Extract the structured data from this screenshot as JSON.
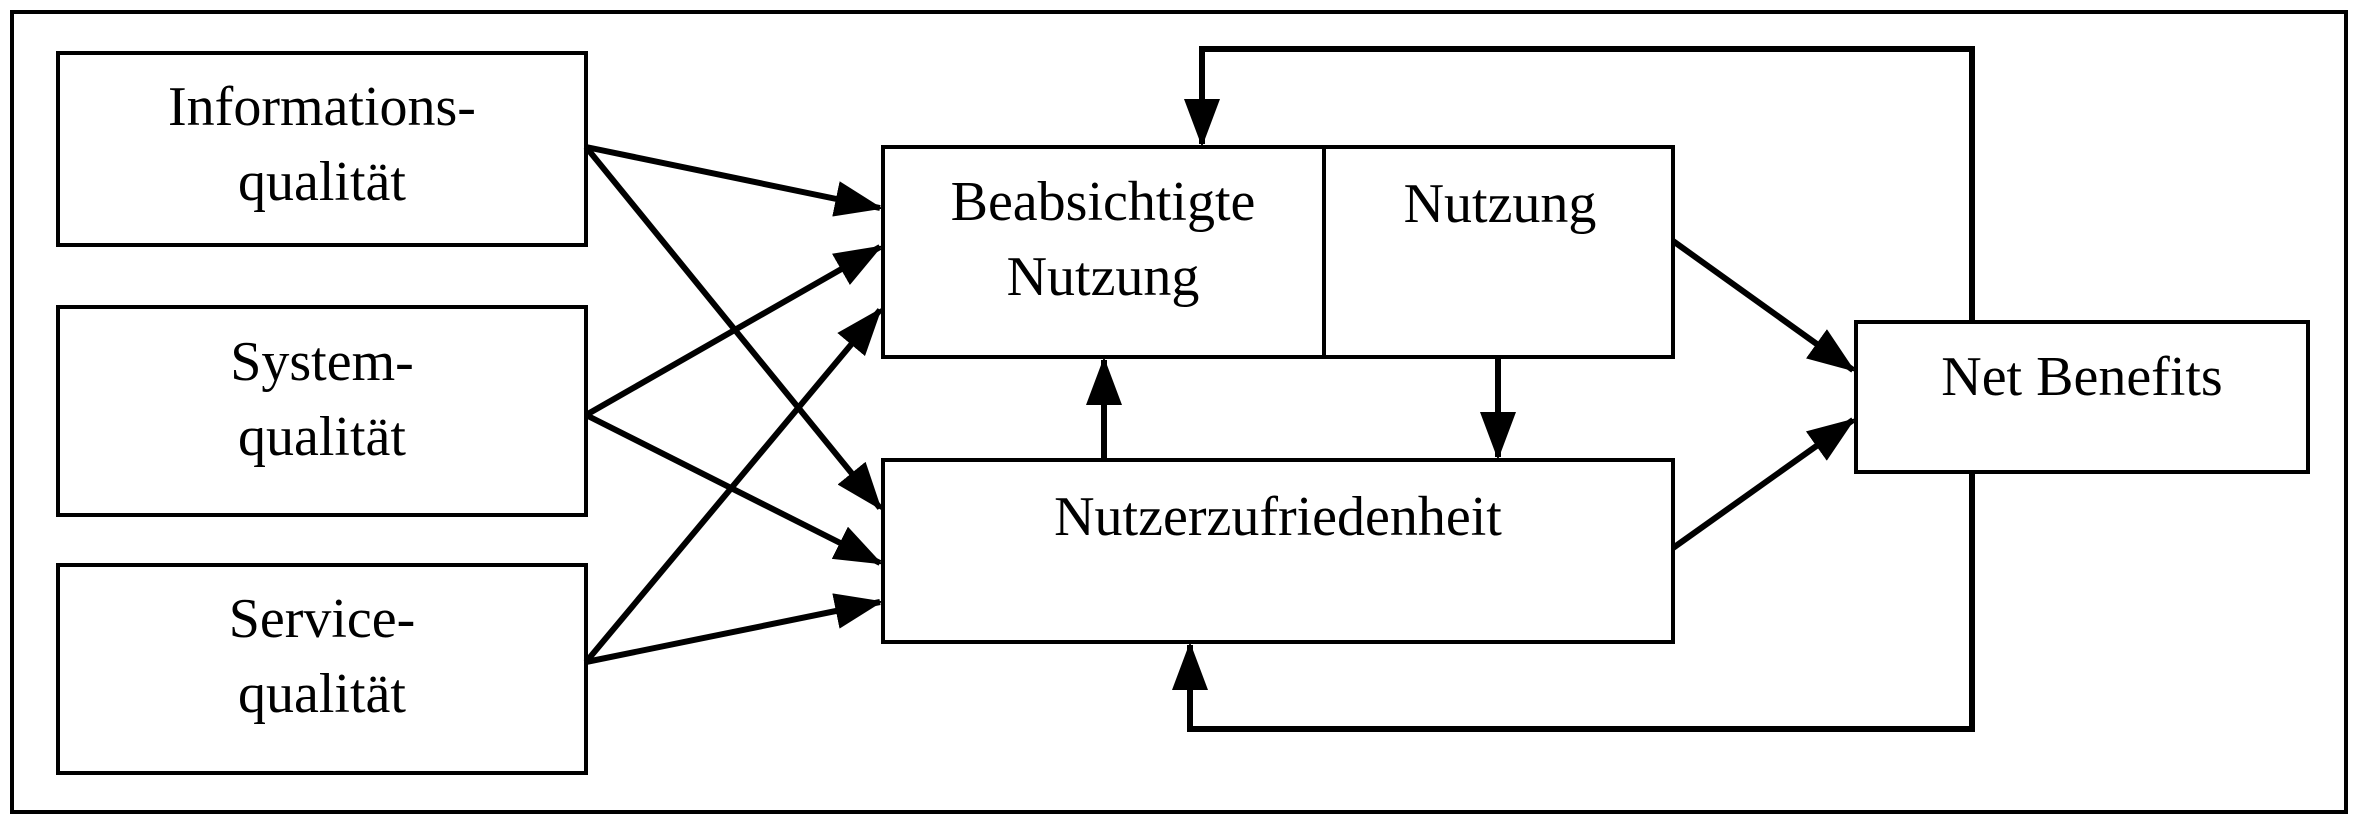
{
  "diagram": {
    "nodes": {
      "info": {
        "line1": "Informations-",
        "line2": "qualität"
      },
      "system": {
        "line1": "System-",
        "line2": "qualität"
      },
      "service": {
        "line1": "Service-",
        "line2": "qualität"
      },
      "intent": {
        "line1": "Beabsichtigte",
        "line2": "Nutzung"
      },
      "use": {
        "label": "Nutzung"
      },
      "satisfaction": {
        "label": "Nutzerzufriedenheit"
      },
      "benefits": {
        "label": "Net Benefits"
      }
    },
    "edges": [
      {
        "from": "Informationsqualität",
        "to": "Beabsichtigte Nutzung"
      },
      {
        "from": "Informationsqualität",
        "to": "Nutzerzufriedenheit"
      },
      {
        "from": "Systemqualität",
        "to": "Beabsichtigte Nutzung"
      },
      {
        "from": "Systemqualität",
        "to": "Nutzerzufriedenheit"
      },
      {
        "from": "Servicequalität",
        "to": "Beabsichtigte Nutzung"
      },
      {
        "from": "Servicequalität",
        "to": "Nutzerzufriedenheit"
      },
      {
        "from": "Nutzerzufriedenheit",
        "to": "Beabsichtigte Nutzung"
      },
      {
        "from": "Nutzung",
        "to": "Nutzerzufriedenheit"
      },
      {
        "from": "Nutzung",
        "to": "Net Benefits"
      },
      {
        "from": "Nutzerzufriedenheit",
        "to": "Net Benefits"
      },
      {
        "from": "Net Benefits",
        "to": "Beabsichtigte Nutzung",
        "type": "feedback"
      },
      {
        "from": "Net Benefits",
        "to": "Nutzerzufriedenheit",
        "type": "feedback"
      }
    ]
  }
}
